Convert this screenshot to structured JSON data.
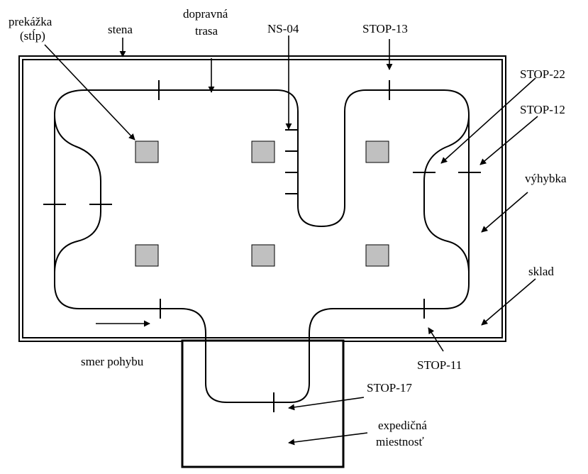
{
  "labels": {
    "obstacle_line1": "prekážka",
    "obstacle_line2": "(stĺp)",
    "wall": "stena",
    "track_line1": "dopravná",
    "track_line2": "trasa",
    "ns04": "NS-04",
    "stop13": "STOP-13",
    "stop22": "STOP-22",
    "stop12": "STOP-12",
    "switch": "výhybka",
    "warehouse": "sklad",
    "direction": "smer pohybu",
    "stop11": "STOP-11",
    "stop17": "STOP-17",
    "dispatch_line1": "expedičná",
    "dispatch_line2": "miestnosť"
  },
  "colors": {
    "pillar_fill": "#c0c0c0",
    "line": "#000000",
    "background": "#ffffff"
  }
}
